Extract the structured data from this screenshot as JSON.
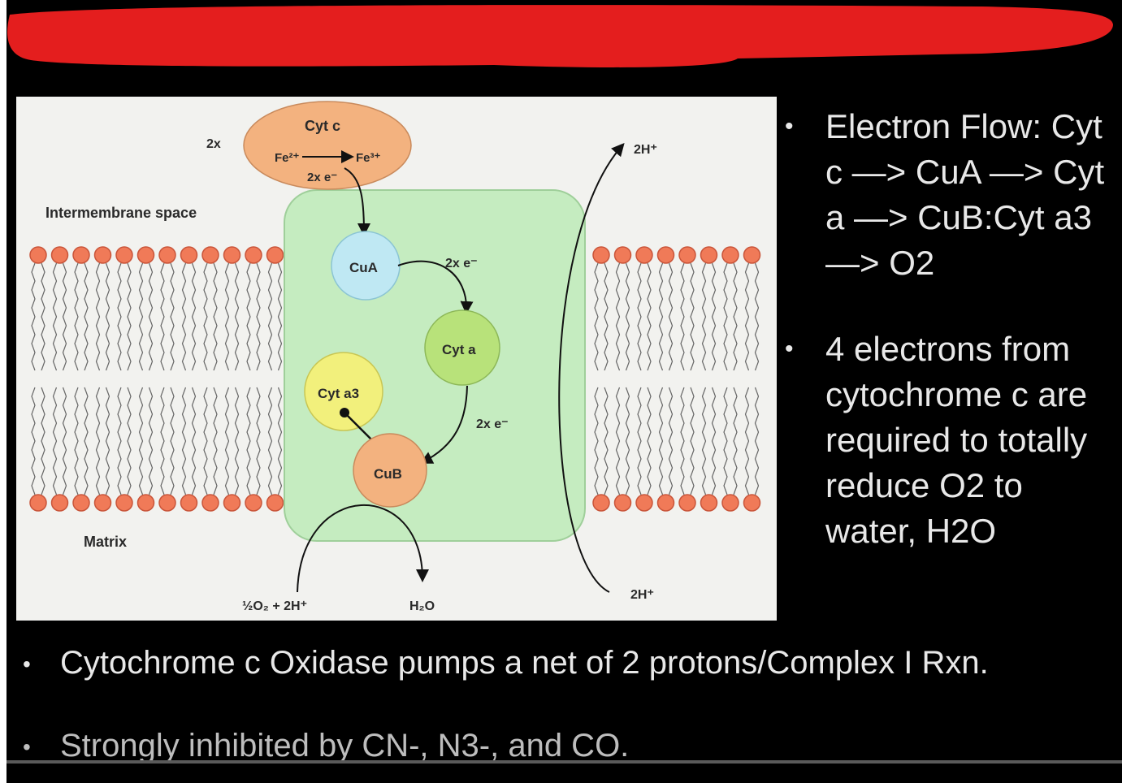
{
  "diagram": {
    "cyt_c": "Cyt c",
    "fe2": "Fe²⁺",
    "fe3": "Fe³⁺",
    "two_x": "2x",
    "two_x_e_top": "2x e⁻",
    "intermembrane": "Intermembrane space",
    "matrix": "Matrix",
    "cua": "CuA",
    "cyt_a": "Cyt a",
    "cyt_a3": "Cyt a3",
    "cub": "CuB",
    "e_label_1": "2x e⁻",
    "e_label_2": "2x e⁻",
    "two_h_top": "2H⁺",
    "two_h_bottom": "2H⁺",
    "o2_reactant": "½O₂ + 2H⁺",
    "h2o_product": "H₂O"
  },
  "bullets_right": [
    {
      "text": "Electron Flow: Cyt c —> CuA —> Cyt a —> CuB:Cyt a3 —> O2"
    },
    {
      "text": "4 electrons from cytochrome c are required to totally reduce O2 to water, H2O"
    }
  ],
  "bullets_bottom": [
    {
      "text": "Cytochrome c Oxidase pumps a net of 2 protons/Complex I Rxn."
    },
    {
      "text": "Strongly inhibited by CN-, N3-, and CO."
    }
  ],
  "colors": {
    "redaction": "#e41e1e",
    "complex": "#c5ecc0",
    "cyt_c": "#f3b27f",
    "cua": "#bfe8f3",
    "cyt_a": "#b8e27a",
    "cyt_a3": "#f2f07c",
    "cub": "#f3b27f",
    "lipid_head": "#f07a58"
  }
}
